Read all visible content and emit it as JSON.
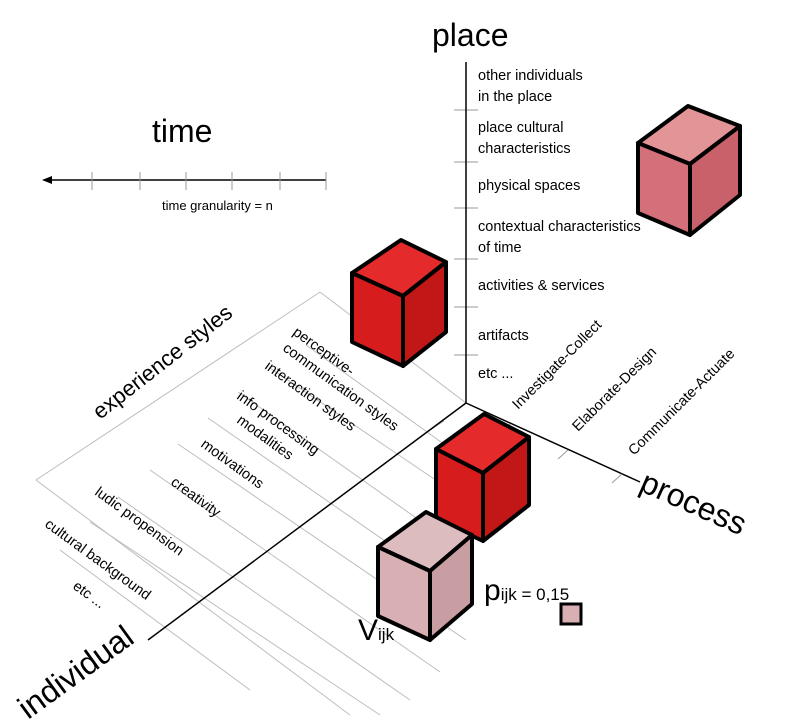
{
  "axes": {
    "place": "place",
    "time": "time",
    "process": "process",
    "individual": "individual",
    "experience_styles": "experience styles"
  },
  "time_granularity": "time granularity = n",
  "place_items": [
    "other individuals",
    "in the place",
    "place cultural",
    "characteristics",
    "physical spaces",
    "contextual characteristics",
    "of time",
    "activities & services",
    "artifacts",
    "etc ..."
  ],
  "process_items": [
    "Investigate-Collect",
    "Elaborate-Design",
    "Communicate-Actuate"
  ],
  "individual_items": [
    "perceptive-",
    "communication styles",
    "interaction styles",
    "info processing",
    "modalities",
    "motivations",
    "creativity",
    "ludic propension",
    "cultural background",
    "etc ..."
  ],
  "value_label": {
    "main": "V",
    "sub": "ijk"
  },
  "probability_label": {
    "main": "p",
    "sub": "ijk",
    "rest": " = 0,15"
  },
  "colors": {
    "cube_place_top": "#e39496",
    "cube_place_front": "#d4707a",
    "cube_place_side": "#c9616b",
    "cube_red_top": "#e42a2a",
    "cube_red_front": "#d61c1c",
    "cube_red_side": "#c21717",
    "cube_pink_top": "#ddbcbf",
    "cube_pink_front": "#d8b0b3",
    "cube_pink_side": "#c99ea2"
  }
}
